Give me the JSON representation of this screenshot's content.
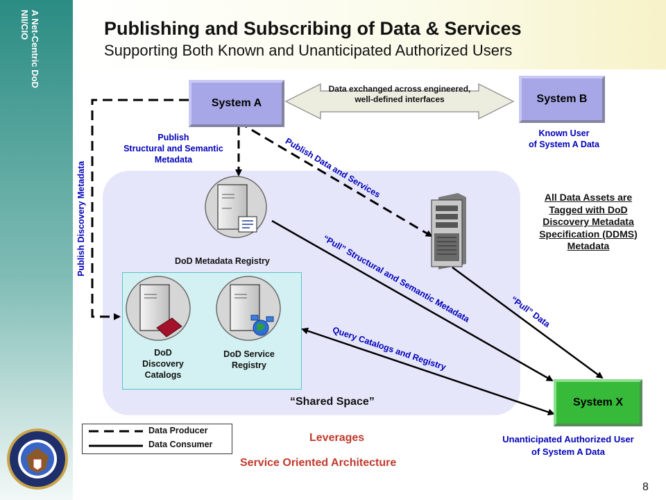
{
  "sidebar": {
    "text": "A Net-Centric DoD\nNII/CIO"
  },
  "header": {
    "title": "Publishing and Subscribing of Data & Services",
    "subtitle": "Supporting Both Known and Unanticipated Authorized Users"
  },
  "systems": {
    "a": "System A",
    "b": "System B",
    "x": "System X"
  },
  "labels": {
    "exchange": "Data exchanged across engineered, well-defined interfaces",
    "known_user": "Known User\nof System A Data",
    "publish_structural": "Publish\nStructural and Semantic\nMetadata",
    "publish_data": "Publish Data and Services",
    "publish_discovery": "Publish Discovery Metadata",
    "metadata_registry": "DoD Metadata Registry",
    "discovery_catalogs": "DoD\nDiscovery\nCatalogs",
    "service_registry": "DoD Service\nRegistry",
    "pull_metadata": "“Pull” Structural and Semantic Metadata",
    "pull_data": "“Pull” Data",
    "query": "Query Catalogs and Registry",
    "assets_tagged": "All Data Assets are\nTagged with DoD\nDiscovery Metadata\nSpecification (DDMS)\nMetadata",
    "shared_space": "“Shared Space”",
    "unanticipated_user": "Unanticipated Authorized User\nof System A Data",
    "leverages": "Leverages",
    "soa": "Service Oriented Architecture"
  },
  "legend": {
    "producer": "Data Producer",
    "consumer": "Data Consumer"
  },
  "page_number": "8",
  "colors": {
    "blue_text": "#0000b8",
    "red_text": "#c0392b",
    "system_blue": "#a7a7e8",
    "system_green": "#37b93a",
    "shared_space": "#e6e6fb",
    "catalog_box": "#d3f1f2"
  },
  "icons": [
    "server-metadata-icon",
    "server-book-icon",
    "server-network-icon",
    "tower-server-icon",
    "dod-seal-icon"
  ]
}
